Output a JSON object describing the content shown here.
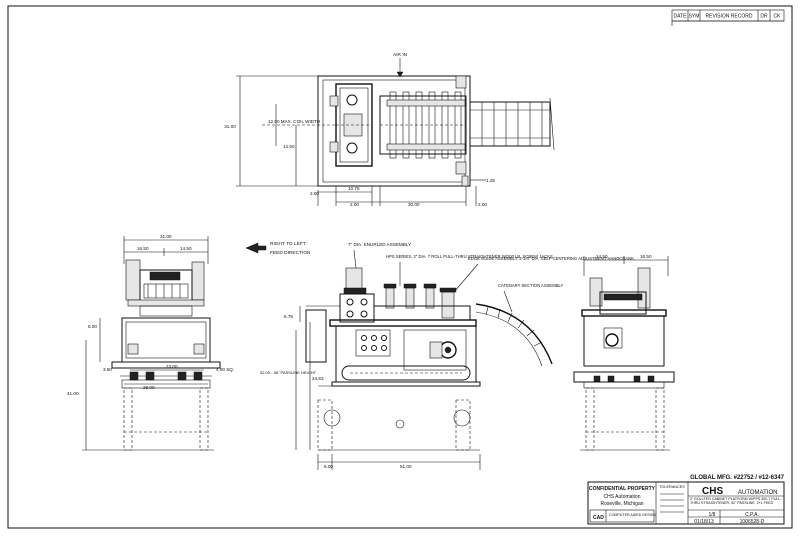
{
  "revision_block": {
    "headers": [
      "DATE",
      "SYM",
      "REVISION RECORD",
      "DR",
      "CK"
    ]
  },
  "top_view": {
    "air_in": "AIR IN",
    "dims": {
      "overall_height": "31.00",
      "coil_width": "12.00 MAX. COIL WIDTH",
      "half_width": "14.50",
      "d_1_25": "1.25",
      "d_2_00_left": "2.00",
      "d_10_75": "10.75",
      "d_2_00_bottom": "2.00",
      "d_30_00": "30.00",
      "d_2_00_right": "2.00"
    }
  },
  "left_view": {
    "dims": {
      "overall": "31.00",
      "half_a": "16.50",
      "half_b": "14.50",
      "d_8_00": "8.00",
      "d_3_50": "3.50",
      "d_23_00": "23.00",
      "d_28_00": "28.00",
      "d_4_00_sq": "4.00 SQ.",
      "d_41_00": "41.00"
    }
  },
  "front_view": {
    "feed_direction": [
      "RIGHT TO LEFT",
      "FEED DIRECTION"
    ],
    "callouts": {
      "rollers": "7\" DIA. KNURLED ASSEMBLY",
      "straightener": "HPS SERIES, 2\" DIA. 7 ROLL PULL-THRU STRAIGHTENER W/200 LB. SCREW JACKS",
      "edge_guide": "EDGE GUIDE ASSEMBLY, 2-1/4\" DIA. SELF-CENTERING ADJUSTMENT HANDCRANK",
      "catenary": "CATENARY SECTION ASSEMBLY"
    },
    "dims": {
      "d_5_75": "5.75",
      "d_24_63": "24.63",
      "passline": "52.00 - 58\" PASSLINE HEIGHT",
      "d_6_00": "6.00",
      "d_51_00": "51.00"
    }
  },
  "right_view": {
    "dims": {
      "half_a": "14.50",
      "half_b": "16.50"
    }
  },
  "title_block": {
    "global_mfg": "GLOBAL MFG. #22752 / #12-6347",
    "confidential": "CONFIDENTIAL PROPERTY",
    "company": "CHS Automation",
    "location": "Roseville, Michigan",
    "cad": "CAD",
    "cad_note": "COMPUTER AIDED DESIGN",
    "logo": "CHS",
    "logo_sub": "AUTOMATION",
    "description": "2\" ROLLFED CABINET PLATFORM W/PPS 300-7 PULL-THRU STRAIGHTENER, 52\" PASSLINE, 2+L FEED",
    "scale": "1/8",
    "drawn_by": "C.P.A.",
    "date": "01/18/13",
    "dwg_no": "1006528-D",
    "tolerances": "TOLERANCES"
  }
}
